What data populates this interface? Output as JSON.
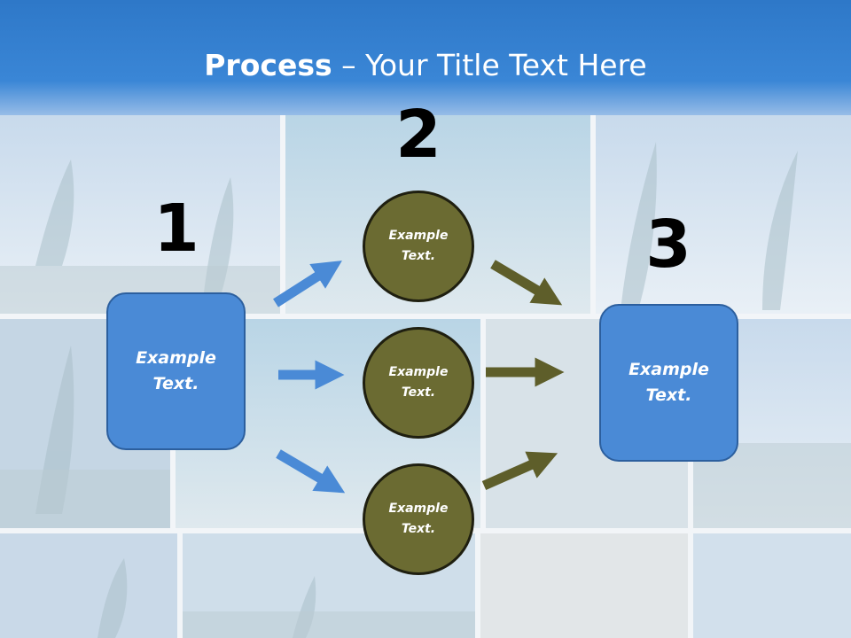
{
  "title": {
    "strong": "Process",
    "rest": " – Your Title Text Here"
  },
  "steps": {
    "num1": "1",
    "num2": "2",
    "num3": "3"
  },
  "left_box": {
    "line1": "Example",
    "line2": "Text."
  },
  "right_box": {
    "line1": "Example",
    "line2": "Text."
  },
  "circles": [
    {
      "line1": "Example",
      "line2": "Text."
    },
    {
      "line1": "Example",
      "line2": "Text."
    },
    {
      "line1": "Example",
      "line2": "Text."
    }
  ],
  "colors": {
    "title_bar": "#2e78c8",
    "box_fill": "#4a8ad6",
    "circle_fill": "#6b6b32",
    "blue_arrow": "#4a8ad6",
    "olive_arrow": "#5e5e2a"
  }
}
